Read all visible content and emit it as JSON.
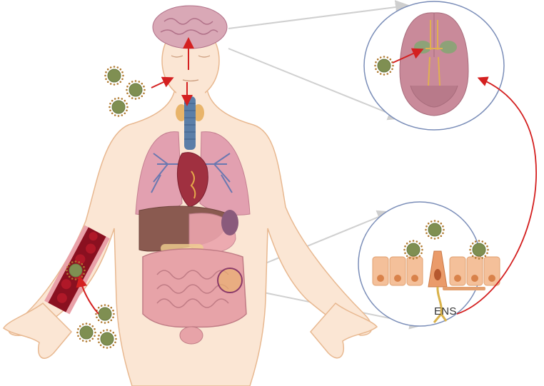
{
  "figure": {
    "type": "anatomical-illustration",
    "description": "Viral entry routes: nasal/olfactory to brain, blood vessel in arm, gut epithelium to enteric nervous system",
    "labels": {
      "ens": "ENS"
    },
    "insets": [
      {
        "name": "brain-inset",
        "content": "ventral view of brain with infected olfactory region"
      },
      {
        "name": "gut-epithelium-inset",
        "content": "intestinal epithelium with enteroendocrine cell connected to enteric neuron"
      }
    ],
    "colors": {
      "skin": "#fbe6d4",
      "skin_outline": "#e8b890",
      "brain": "#c98a9a",
      "virus": "#7f8f52",
      "virus_spike": "#b07a30",
      "arrow_red": "#d42020",
      "inset_border": "#7a8db8",
      "connector_gray": "#c8c8c8",
      "lung": "#e2a0b0",
      "intestine": "#e7a3a8",
      "liver": "#8a5a50",
      "blood": "#9a1020",
      "epithelium": "#f4c09a",
      "neuron": "#d9b24a"
    }
  }
}
